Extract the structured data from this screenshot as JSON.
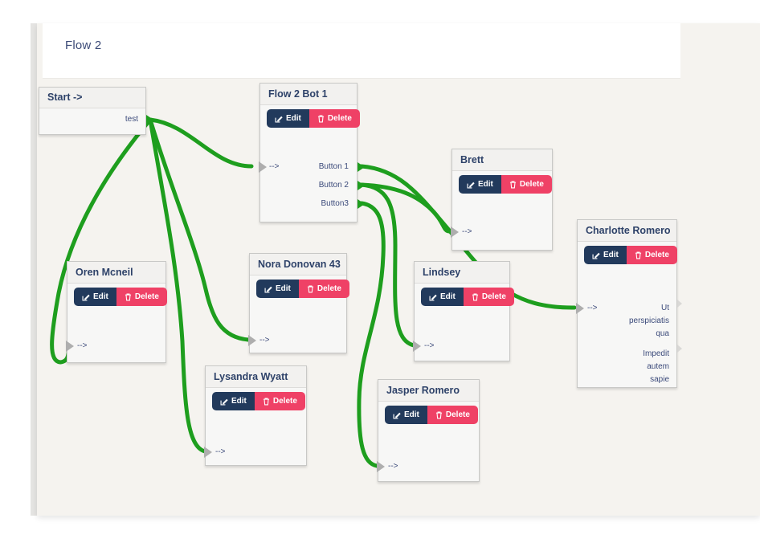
{
  "header": {
    "title": "Flow 2"
  },
  "actions": {
    "edit": "Edit",
    "delete": "Delete"
  },
  "icons": {
    "edit": "pencil-square-icon",
    "delete": "trash-icon",
    "output_endpoint": "green-arrow-endpoint",
    "input_endpoint": "gray-arrow-endpoint"
  },
  "colors": {
    "edge": "#1e9e1e",
    "edit_button": "#223a5c",
    "delete_button": "#ef4166",
    "node_title": "#2e4269",
    "canvas": "#f5f3ef",
    "page_title": "#3b4a77"
  },
  "nodes": {
    "start": {
      "title": "Start ->",
      "output_label": "test"
    },
    "bot": {
      "title": "Flow 2 Bot 1",
      "input_label": "-->",
      "outputs": [
        "Button 1",
        "Button 2",
        "Button3"
      ]
    },
    "brett": {
      "title": "Brett",
      "input_label": "-->"
    },
    "charlotte": {
      "title": "Charlotte Romero",
      "input_label": "-->",
      "outputs": [
        "Ut\nperspiciatis\nqua",
        "Impedit\nautem\nsapie"
      ]
    },
    "oren": {
      "title": "Oren Mcneil",
      "input_label": "-->"
    },
    "nora": {
      "title": "Nora Donovan 43",
      "input_label": "-->"
    },
    "lindsey": {
      "title": "Lindsey",
      "input_label": "-->"
    },
    "lysandra": {
      "title": "Lysandra Wyatt",
      "input_label": "-->"
    },
    "jasper": {
      "title": "Jasper Romero",
      "input_label": "-->"
    }
  },
  "connections": [
    {
      "from": "Start / test",
      "to": "Flow 2 Bot 1"
    },
    {
      "from": "Start / test",
      "to": "Oren Mcneil"
    },
    {
      "from": "Start / test",
      "to": "Nora Donovan 43"
    },
    {
      "from": "Start / test",
      "to": "Lysandra Wyatt"
    },
    {
      "from": "Flow 2 Bot 1 / Button 1",
      "to": "Charlotte Romero"
    },
    {
      "from": "Flow 2 Bot 1 / Button 2",
      "to": "Brett"
    },
    {
      "from": "Flow 2 Bot 1 / Button 2",
      "to": "Lindsey"
    },
    {
      "from": "Flow 2 Bot 1 / Button3",
      "to": "Jasper Romero"
    }
  ]
}
